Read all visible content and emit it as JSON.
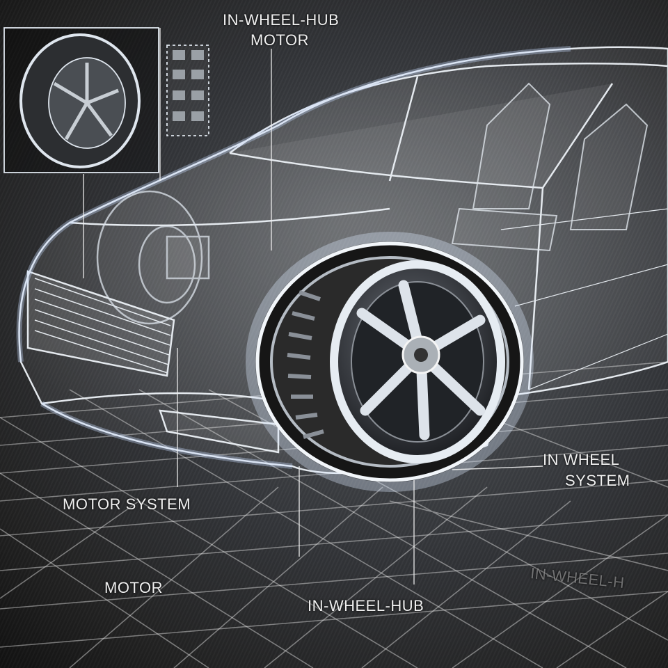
{
  "labels": {
    "hub_motor_top_line1": "IN-WHEEL-HUB",
    "hub_motor_top_line2": "MOTOR",
    "in_wheel_system_line1": "IN WHEEL",
    "in_wheel_system_line2": "SYSTEM",
    "motor_system": "MOTOR SYSTEM",
    "motor": "MOTOR",
    "in_wheel_hub_bottom": "IN-WHEEL-HUB",
    "in_wheel_faint": "IN-WHEEL-H"
  },
  "colors": {
    "background": "#262626",
    "line": "#dfe6ee",
    "text": "#e8e8e8"
  }
}
